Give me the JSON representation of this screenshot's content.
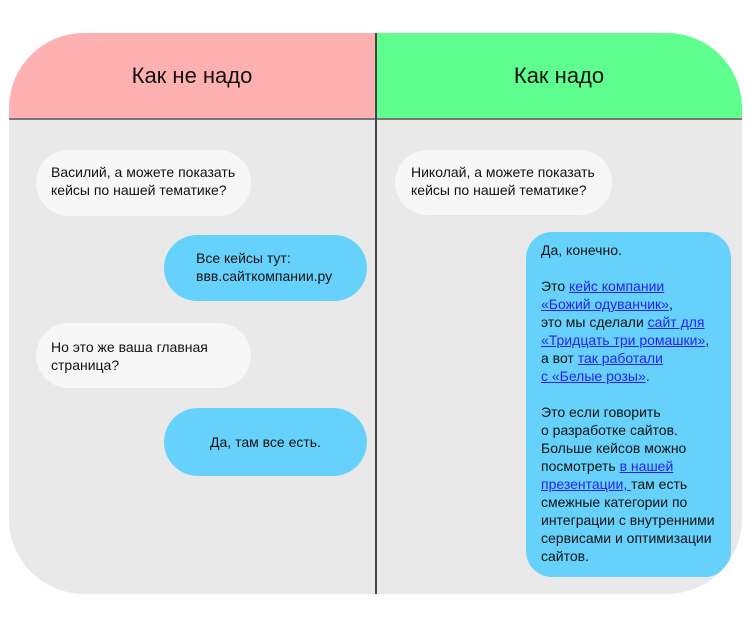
{
  "columns": {
    "bad": {
      "title": "Как не надо",
      "color": "#ffb1b1",
      "messages": [
        {
          "side": "left",
          "text_lines": [
            "Василий, а можете показать",
            "кейсы по нашей тематике?"
          ]
        },
        {
          "side": "right",
          "text_lines": [
            "Все кейсы тут:",
            "ввв.сайткомпании.ру"
          ]
        },
        {
          "side": "left",
          "text_lines": [
            "Но это же ваша главная",
            "страница?"
          ]
        },
        {
          "side": "right",
          "text_lines": [
            "Да, там все есть."
          ]
        }
      ]
    },
    "good": {
      "title": "Как надо",
      "color": "#5eff8f",
      "question": {
        "text_lines": [
          "Николай, а можете показать",
          "кейсы по нашей тематике?"
        ]
      },
      "answer": {
        "greeting": "Да, конечно.",
        "p1": {
          "t1": "Это ",
          "l1": "кейс компании",
          "l1b": "«Божий одуванчик»",
          "t2": ",",
          "t3": "это мы сделали ",
          "l2": "сайт для ",
          "l2b": "«Тридцать три ромашки»",
          "t4": ",",
          "t5": "а вот ",
          "l3": "так работали ",
          "l3b": "с «Белые розы»",
          "t6": "."
        },
        "p2": {
          "t1": "Это если говорить",
          "t2": "о разработке сайтов.",
          "t3": "Больше кейсов можно",
          "t4": "посмотреть ",
          "l1": "в нашей ",
          "l1b": "презентации, ",
          "t5": "там есть",
          "t6": "смежные категории по",
          "t7": "интеграции с внутренними",
          "t8": "сервисами и оптимизации",
          "t9": "сайтов."
        }
      }
    }
  },
  "colors": {
    "bubble_blue": "#66d2fb",
    "bubble_white": "#f7f7f7",
    "link": "#2a1ff0",
    "background": "#e9e9e9"
  }
}
